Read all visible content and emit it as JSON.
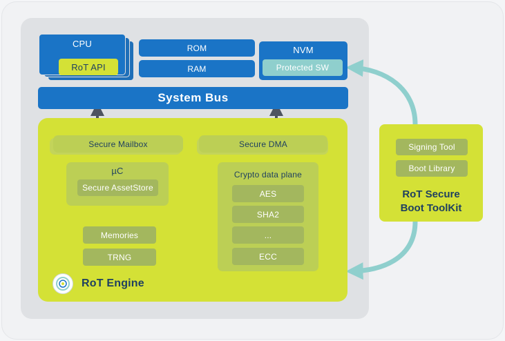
{
  "soc": {
    "cpu": {
      "title": "CPU",
      "rot_api": "RoT API"
    },
    "rom": "ROM",
    "ram": "RAM",
    "nvm": {
      "title": "NVM",
      "protected_sw": "Protected SW"
    },
    "system_bus": "System Bus"
  },
  "rot_engine": {
    "title": "RoT Engine",
    "secure_mailbox": "Secure Mailbox",
    "secure_dma": "Secure DMA",
    "microcontroller": {
      "title": "µC",
      "asset_store": "Secure AssetStore"
    },
    "memories": "Memories",
    "trng": "TRNG",
    "crypto": {
      "title": "Crypto data plane",
      "blocks": [
        "AES",
        "SHA2",
        "...",
        "ECC"
      ]
    }
  },
  "toolkit": {
    "title_line1": "RoT Secure",
    "title_line2": "Boot ToolKit",
    "items": [
      "Signing Tool",
      "Boot Library"
    ]
  },
  "colors": {
    "blue": "#1a74c6",
    "lime": "#d4e136",
    "teal": "#8fcfcd",
    "green_box": "#a3b75e",
    "connector": "#4e5460"
  }
}
